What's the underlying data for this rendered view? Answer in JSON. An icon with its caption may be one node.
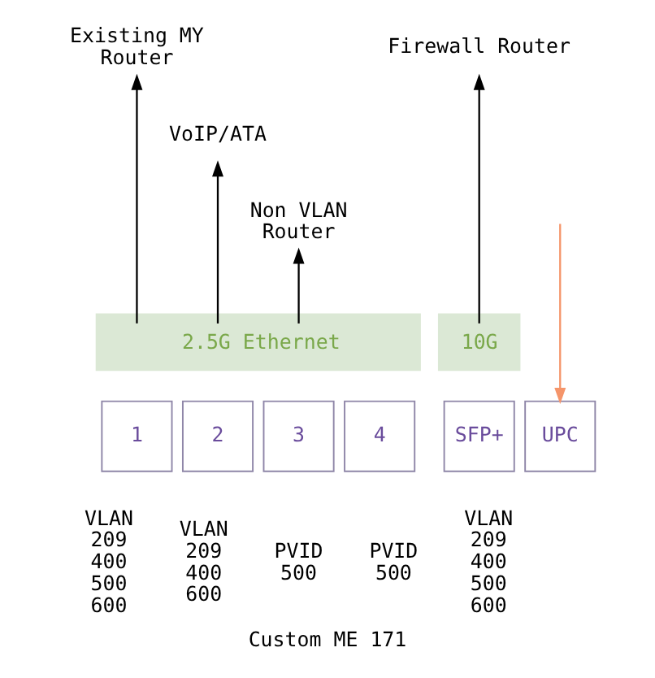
{
  "diagram": {
    "caption": "Custom ME 171",
    "nodes": [
      {
        "text": [
          "Existing MY Router"
        ]
      },
      {
        "text": [
          "VoIP/ATA"
        ]
      },
      {
        "text": [
          "Non VLAN Router"
        ]
      },
      {
        "text": [
          "Firewall Router"
        ]
      },
      {
        "text": [
          "2.5G Ethernet"
        ]
      },
      {
        "text": [
          "10G"
        ]
      },
      {
        "text": [
          "1"
        ],
        "beside": [
          "VLAN",
          "209",
          "400",
          "500",
          "600"
        ]
      },
      {
        "text": [
          "2"
        ],
        "beside": [
          "VLAN",
          "209",
          "400",
          "600"
        ]
      },
      {
        "text": [
          "3"
        ],
        "beside": [
          "PVID",
          "500"
        ]
      },
      {
        "text": [
          "4"
        ],
        "beside": [
          "PVID",
          "500"
        ]
      },
      {
        "text": [
          "SFP+"
        ],
        "beside": [
          "VLAN",
          "209",
          "400",
          "500",
          "600"
        ]
      },
      {
        "text": [
          "UPC"
        ]
      }
    ],
    "edges": [
      {
        "from": 4,
        "to": 0,
        "arrow": "to"
      },
      {
        "from": 4,
        "to": 1,
        "arrow": "to"
      },
      {
        "from": 4,
        "to": 2,
        "arrow": "to"
      },
      {
        "from": 5,
        "to": 3,
        "arrow": "to"
      },
      {
        "from": null,
        "to": 11,
        "arrow": "to",
        "color": "#f5956a"
      }
    ]
  }
}
